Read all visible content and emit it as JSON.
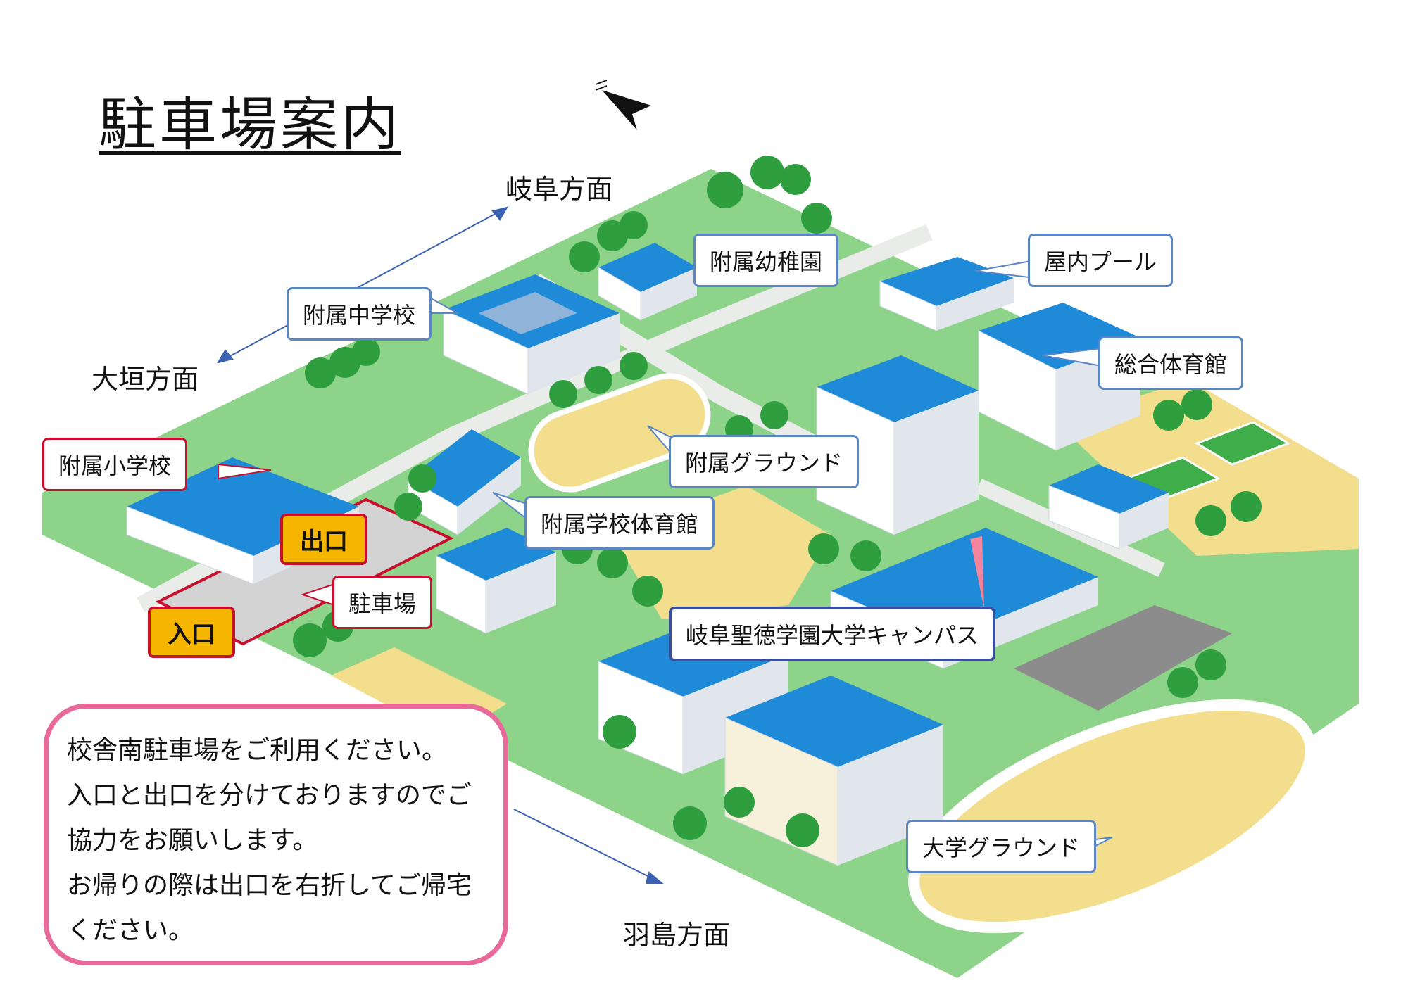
{
  "title": "駐車場案内",
  "directions": {
    "gifu": "岐阜方面",
    "ogaki": "大垣方面",
    "hashima": "羽島方面"
  },
  "labels": {
    "kindergarten": "附属幼稚園",
    "indoor_pool": "屋内プール",
    "junior_high": "附属中学校",
    "gymnasium": "総合体育館",
    "elementary": "附属小学校",
    "school_ground": "附属グラウンド",
    "school_gym": "附属学校体育館",
    "parking": "駐車場",
    "exit": "出口",
    "entrance": "入口",
    "campus": "岐阜聖徳学園大学キャンパス",
    "university_ground": "大学グラウンド"
  },
  "notice": [
    "校舎南駐車場をご利用ください。",
    "入口と出口を分けておりますのでご",
    "協力をお願いします。",
    "お帰りの際は出口を右折してご帰宅",
    "ください。"
  ],
  "colors": {
    "lawn": "#8dd48a",
    "road": "#e9ece8",
    "sand": "#f3de8e",
    "roof": "#1f8ad8",
    "tree": "#2f9e3e",
    "parking_lot": "#d3d3d3",
    "highlight_red": "#c8102e",
    "tag_yellow": "#f6b600",
    "notice_pink": "#e86a9b"
  },
  "icons": [
    "north-arrow-icon"
  ]
}
